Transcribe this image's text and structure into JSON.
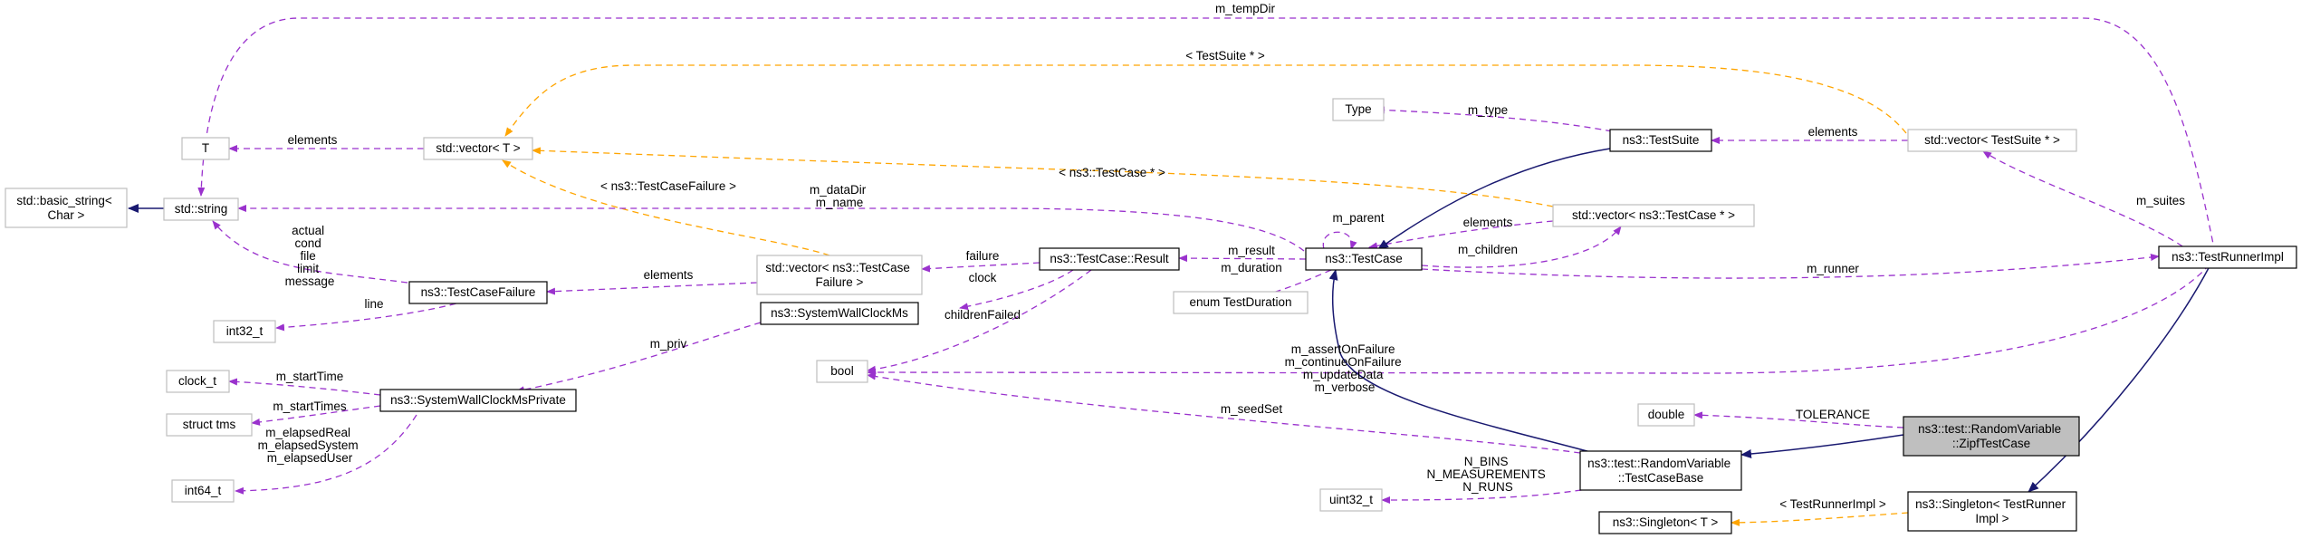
{
  "colors": {
    "composition": "#9a32cd",
    "inheritance": "#191970",
    "template": "#ffa500",
    "external_border": "#bfbfbf",
    "class_border": "#000000",
    "focus_fill": "#bfbfbf"
  },
  "nodes": {
    "basic_string": [
      "std::basic_string<",
      "Char >"
    ],
    "string": [
      "std::string"
    ],
    "T": [
      "T"
    ],
    "vector_T": [
      "std::vector< T >"
    ],
    "int32": [
      "int32_t"
    ],
    "failure": [
      "ns3::TestCaseFailure"
    ],
    "vector_failure": [
      "std::vector< ns3::TestCase",
      "Failure >"
    ],
    "result": [
      "ns3::TestCase::Result"
    ],
    "wallclock": [
      "ns3::SystemWallClockMs"
    ],
    "clock": [
      "clock_t"
    ],
    "tms": [
      "struct tms"
    ],
    "int64": [
      "int64_t"
    ],
    "wallpriv": [
      "ns3::SystemWallClockMsPrivate"
    ],
    "bool": [
      "bool"
    ],
    "type": [
      "Type"
    ],
    "testsuite": [
      "ns3::TestSuite"
    ],
    "duration": [
      "enum TestDuration"
    ],
    "testcase": [
      "ns3::TestCase"
    ],
    "vector_tc": [
      "std::vector< ns3::TestCase * >"
    ],
    "vector_ts": [
      "std::vector< TestSuite * >"
    ],
    "double": [
      "double"
    ],
    "uint32": [
      "uint32_t"
    ],
    "singleton_T": [
      "ns3::Singleton< T >"
    ],
    "rv_base": [
      "ns3::test::RandomVariable",
      "::TestCaseBase"
    ],
    "zipf": [
      "ns3::test::RandomVariable",
      "::ZipfTestCase"
    ],
    "singleton_tri": [
      "ns3::Singleton< TestRunner",
      "Impl >"
    ],
    "runner": [
      "ns3::TestRunnerImpl"
    ]
  },
  "edges": {
    "tempdir": [
      "m_tempDir"
    ],
    "suites_tpl": [
      "< TestSuite * >"
    ],
    "elements_T": [
      "elements"
    ],
    "type": [
      "m_type"
    ],
    "elements_ts": [
      "elements"
    ],
    "tc_tpl": [
      "< ns3::TestCase * >"
    ],
    "failure_tpl": [
      "< ns3::TestCaseFailure >"
    ],
    "datadir": [
      "m_dataDir",
      "m_name"
    ],
    "parent": [
      "m_parent"
    ],
    "elements_tc": [
      "elements"
    ],
    "msuites": [
      "m_suites"
    ],
    "fail_fields": [
      "actual",
      "cond",
      "file",
      "limit",
      "message"
    ],
    "failure": [
      "failure"
    ],
    "result": [
      "m_result"
    ],
    "children": [
      "m_children"
    ],
    "elements_fail": [
      "elements"
    ],
    "clock": [
      "clock"
    ],
    "duration": [
      "m_duration"
    ],
    "runner": [
      "m_runner"
    ],
    "line": [
      "line"
    ],
    "childrenfailed": [
      "childrenFailed"
    ],
    "priv": [
      "m_priv"
    ],
    "bool_fields": [
      "m_assertOnFailure",
      "m_continueOnFailure",
      "m_updateData",
      "m_verbose"
    ],
    "starttime": [
      "m_startTime"
    ],
    "starttimes": [
      "m_startTimes"
    ],
    "elapsed": [
      "m_elapsedReal",
      "m_elapsedSystem",
      "m_elapsedUser"
    ],
    "seedset": [
      "m_seedSet"
    ],
    "tolerance": [
      "TOLERANCE"
    ],
    "nbins": [
      "N_BINS",
      "N_MEASUREMENTS",
      "N_RUNS"
    ],
    "tri_tpl": [
      "< TestRunnerImpl >"
    ]
  }
}
